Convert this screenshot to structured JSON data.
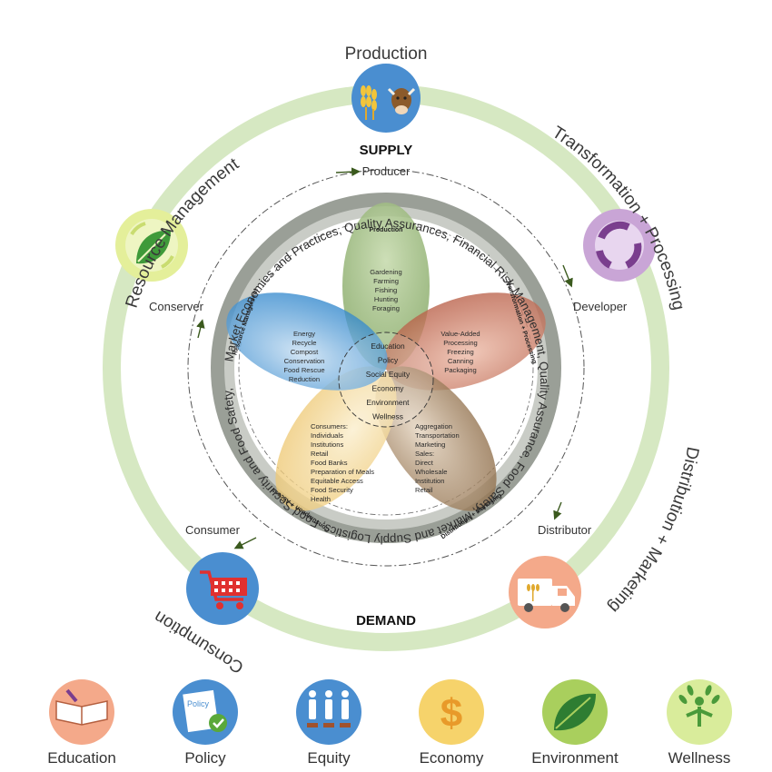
{
  "stages": {
    "production": "Production",
    "transformation": "Transformation + Processing",
    "distribution": "Distribution + Marketing",
    "consumption": "Consumption",
    "resource": "Resource Management"
  },
  "supply": "SUPPLY",
  "demand": "DEMAND",
  "roles": {
    "producer": "Producer",
    "developer": "Developer",
    "distributor": "Distributor",
    "consumer": "Consumer",
    "conserver": "Conserver"
  },
  "band_text": "Market Economies and Practices,  Quality Assurances,  Financial Risk Management,  Quality Assurance,  Food Safety,  Market and Supply Logistics,  Food Security and Food Safety,  Nutrition Quality,  Traceability and Food Miles,  Energy and Resource Recovery",
  "petals": {
    "production": {
      "title": "Production",
      "items": [
        "Gardening",
        "Farming",
        "Fishing",
        "Hunting",
        "Foraging"
      ]
    },
    "transformation": {
      "title": "Transformation + Processing",
      "items": [
        "Value-Added",
        "Processing",
        "Freezing",
        "Canning",
        "Packaging"
      ]
    },
    "distribution": {
      "title": "Distribution + Marketing",
      "items": [
        "Aggregation",
        "Transportation",
        "Marketing",
        "Sales:",
        "Direct",
        "Wholesale",
        "Institution",
        "Retail"
      ]
    },
    "consumption": {
      "title": "Consumption + Access",
      "items": [
        "Consumers:",
        "Individuals",
        "Institutions",
        "Retail",
        "Food Banks",
        "Preparation of Meals",
        "Equitable Access",
        "Food Security",
        "Health"
      ]
    },
    "resource": {
      "title": "Resource Management",
      "items": [
        "Energy",
        "Recycle",
        "Compost",
        "Conservation",
        "Food Rescue",
        "Reduction"
      ]
    }
  },
  "center_items": [
    "Education",
    "Policy",
    "Social Equity",
    "Economy",
    "Environment",
    "Wellness"
  ],
  "policy_icon_text": "Policy",
  "bottom": [
    "Education",
    "Policy",
    "Equity",
    "Economy",
    "Environment",
    "Wellness"
  ],
  "colors": {
    "outer_ring": "#d6e8c2",
    "band": "#9a9f97",
    "petal_production": "#8aae6a",
    "petal_transformation": "#c0674f",
    "petal_distribution": "#9a7a52",
    "petal_consumption": "#f0cf7e",
    "petal_resource": "#3f8fce"
  }
}
